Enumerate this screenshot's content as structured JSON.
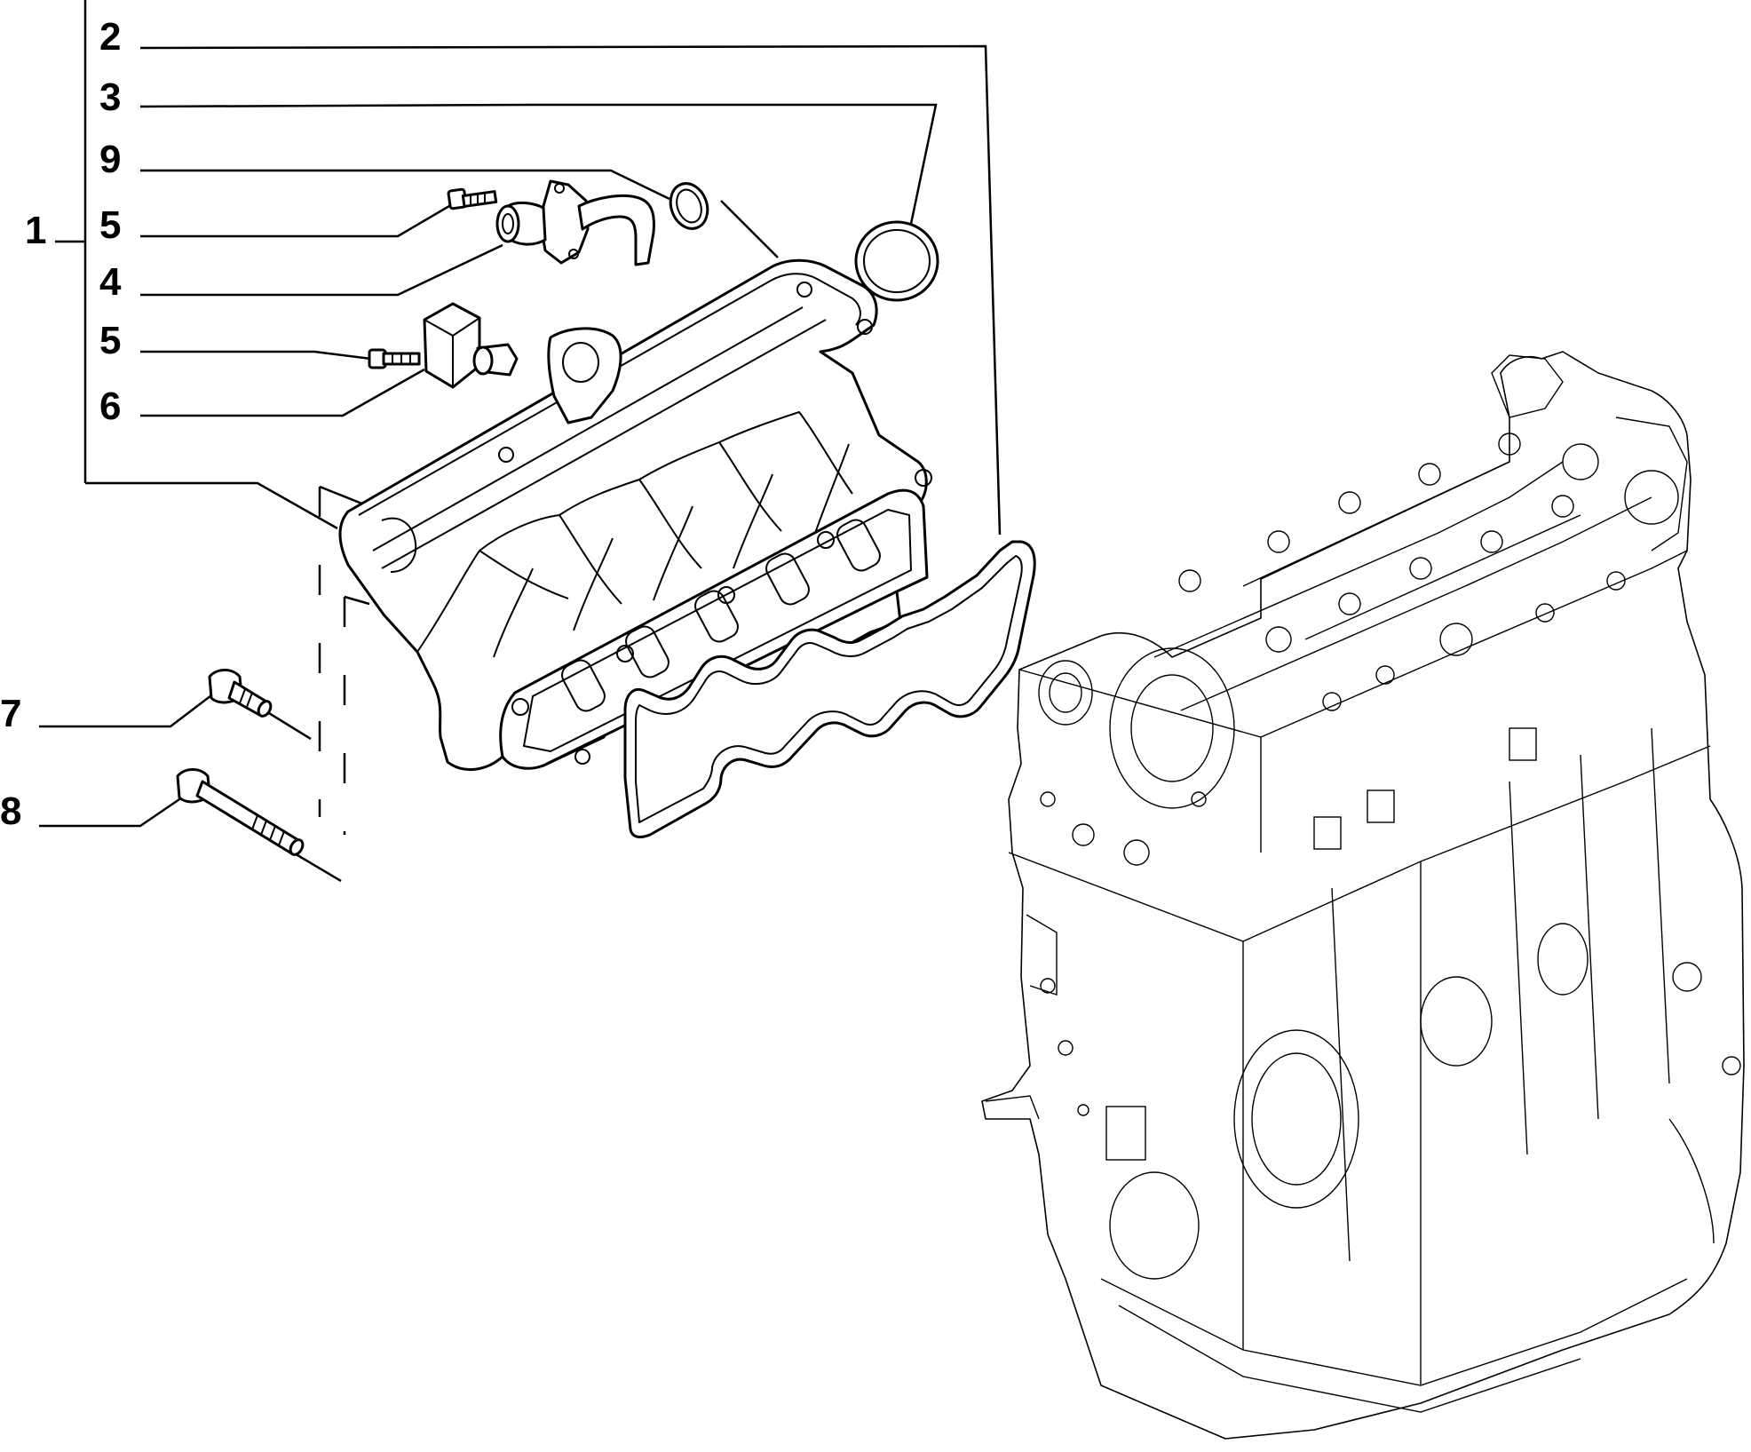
{
  "callouts": {
    "c1": "1",
    "c2": "2",
    "c3": "3",
    "c9": "9",
    "c5a": "5",
    "c4": "4",
    "c5b": "5",
    "c6": "6",
    "c7": "7",
    "c8": "8"
  }
}
